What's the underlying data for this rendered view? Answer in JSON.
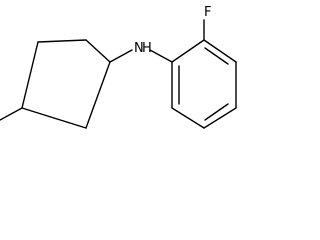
{
  "molecule": {
    "atom_labels": {
      "amine_nitrogen": "N",
      "amine_hydrogen": "H",
      "fluorine": "F"
    }
  }
}
